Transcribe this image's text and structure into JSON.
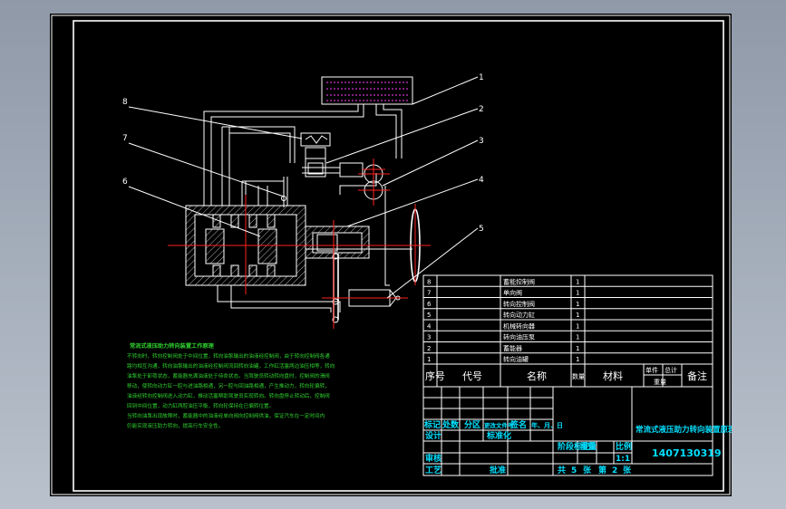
{
  "parts": [
    {
      "no": "8",
      "name": "蓄能控制阀",
      "qty": "1"
    },
    {
      "no": "7",
      "name": "单向阀",
      "qty": "1"
    },
    {
      "no": "6",
      "name": "转向控制阀",
      "qty": "1"
    },
    {
      "no": "5",
      "name": "转向动力缸",
      "qty": "1"
    },
    {
      "no": "4",
      "name": "机械转向器",
      "qty": "1"
    },
    {
      "no": "3",
      "name": "转向油压泵",
      "qty": "1"
    },
    {
      "no": "2",
      "name": "蓄能器",
      "qty": "1"
    },
    {
      "no": "1",
      "name": "转向油罐",
      "qty": "1"
    }
  ],
  "header": {
    "seq": "序号",
    "code": "代号",
    "name": "名称",
    "qty": "数量",
    "material": "材料",
    "single": "单件",
    "total": "总计",
    "weight": "重量",
    "remark": "备注"
  },
  "callouts": [
    "1",
    "2",
    "3",
    "4",
    "5",
    "6",
    "7",
    "8"
  ],
  "title_block": {
    "mark": "标记",
    "count": "处数",
    "zone": "分区",
    "doc_no": "更改文件号",
    "sign": "签名",
    "date": "年、月、日",
    "design": "设计",
    "standard": "标准化",
    "stage_mark": "阶段标记",
    "weight": "重量",
    "scale": "比例",
    "scale_value": "1:1",
    "review": "审核",
    "craft": "工艺",
    "approve": "批准",
    "sheet_total": "共",
    "sheet_total_n": "5",
    "sheet_unit": "张",
    "sheet_no": "第",
    "sheet_no_n": "2",
    "sheet_unit2": "张",
    "drawing_title": "常流式液压助力转向装置原理图",
    "drawing_no": "1407130319"
  },
  "notes": {
    "title": "常流式液压助力转向装置工作原理",
    "lines": [
      "不转向时，转向控制阀处于中间位置，转向油泵输出的油液经控制阀，由于转向控制阀各通",
      "路均相互沟通，转向油泵输出的油液经控制阀流回转向油罐，工作缸活塞两边油压相等，转向",
      "油泵处于卸荷状态，蓄能器充满油液处于待命状态。当驾驶员转动转向盘时，控制阀的滑阀",
      "移动，使转向动力缸一腔与进油路相通，另一腔与回油路相通，产生推动力，转向轮偏转，",
      "油液经转向控制阀进入动力缸，推动活塞帮助驾驶员实现转向。转向盘停止转动后，控制阀",
      "回到中间位置，动力缸两腔油压平衡，转向轮保持在已偏转位置。",
      "当转向油泵出现故障时，蓄能器中的油液经单向阀向控制阀供油，保证汽车在一定时间内",
      "仍能实现液压助力转向，提高行车安全性。"
    ]
  },
  "colors": {
    "line": "#ffffff",
    "center": "#ff2020",
    "text": "#ffffff",
    "table": "#00e0ff",
    "notes": "#2fd02f",
    "oil": "#ff40ff"
  }
}
